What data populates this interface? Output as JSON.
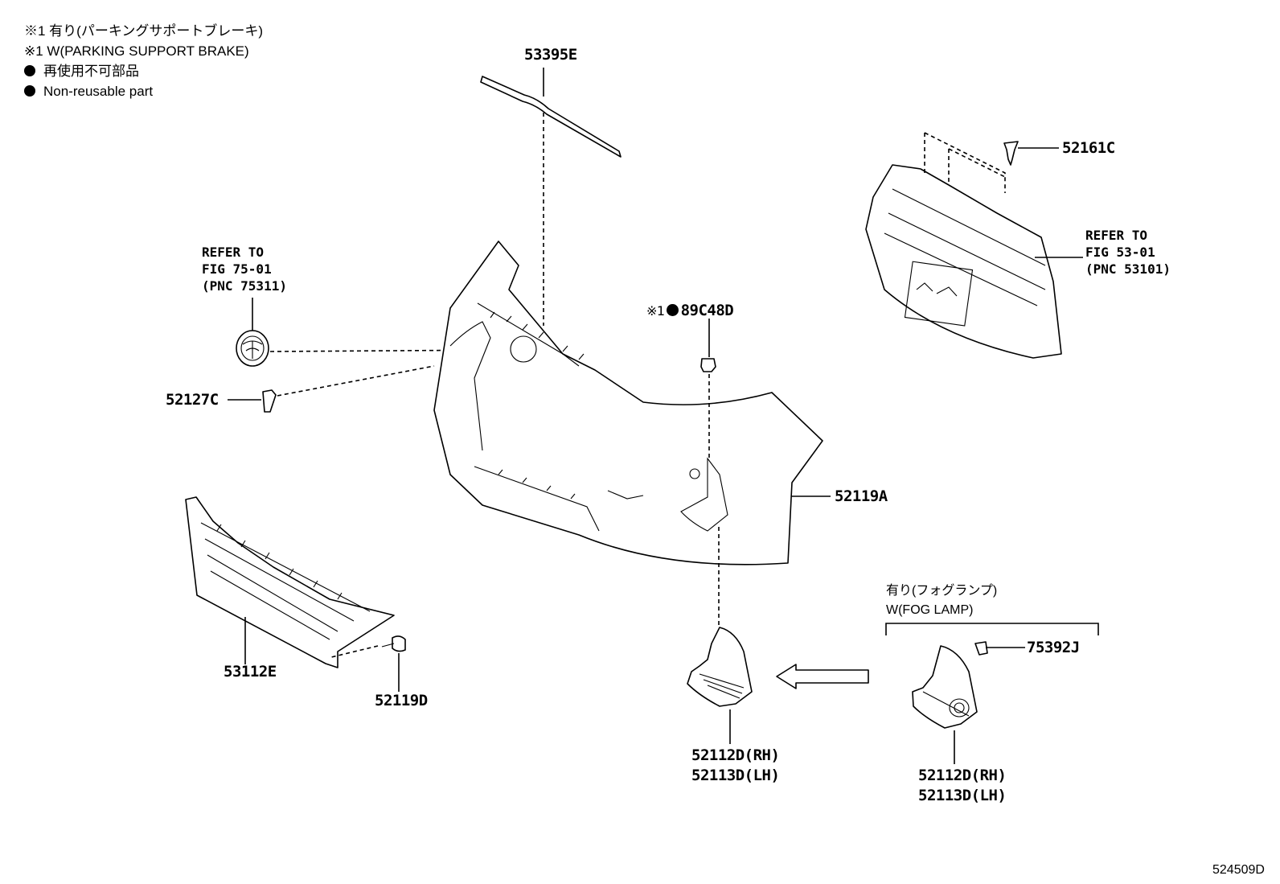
{
  "legend": {
    "note_jp": "※1 有り(パーキングサポートブレーキ)",
    "note_en": "※1 W(PARKING SUPPORT BRAKE)",
    "nonreusable_jp": "再使用不可部品",
    "nonreusable_en": "Non-reusable part"
  },
  "parts": {
    "p53395E": "53395E",
    "p52161C": "52161C",
    "p89C48D": "89C48D",
    "p89C48D_prefix": "※1",
    "p52127C": "52127C",
    "p52119A": "52119A",
    "p53112E": "53112E",
    "p52119D": "52119D",
    "p75392J": "75392J",
    "cover_center_rh": "52112D(RH)",
    "cover_center_lh": "52113D(LH)",
    "cover_fog_rh": "52112D(RH)",
    "cover_fog_lh": "52113D(LH)"
  },
  "refs": {
    "emblem": {
      "line1": "REFER TO",
      "line2": "FIG 75-01",
      "line3": "(PNC 75311)"
    },
    "grille": {
      "line1": "REFER TO",
      "line2": "FIG 53-01",
      "line3": "(PNC 53101)"
    }
  },
  "fog_note": {
    "jp": "有り(フォグランプ)",
    "en": "W(FOG LAMP)"
  },
  "figure_id": "524509D",
  "icons": [
    "filled-circle-bullet",
    "clip-icon",
    "bolt-icon",
    "arrow-left-icon"
  ]
}
